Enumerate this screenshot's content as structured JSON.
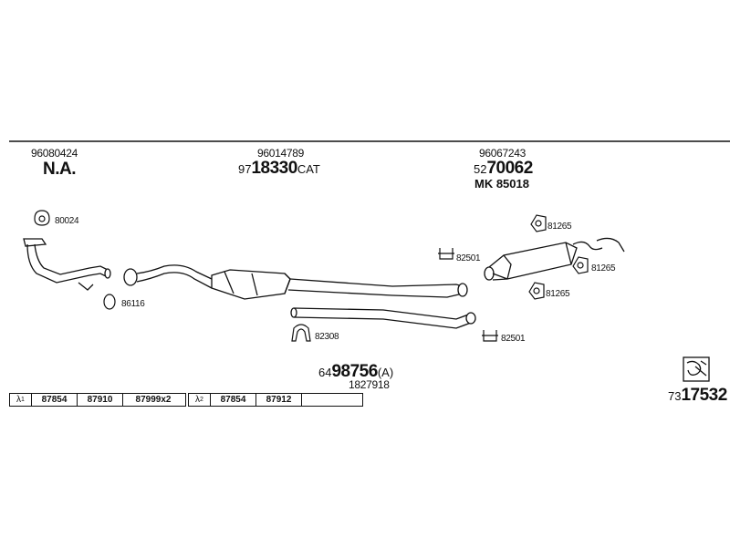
{
  "parts": {
    "front_pipe": {
      "oe": "96080424",
      "code": "N.A."
    },
    "catalyst": {
      "oe": "96014789",
      "prefix": "97",
      "num": "18330",
      "suffix": "CAT"
    },
    "rear_silencer": {
      "oe": "96067243",
      "prefix": "52",
      "num": "70062",
      "mk": "MK 85018"
    }
  },
  "labels": {
    "l80024": "80024",
    "l86116": "86116",
    "l82308": "82308",
    "l82501a": "82501",
    "l82501b": "82501",
    "l81265a": "81265",
    "l81265b": "81265",
    "l81265c": "81265"
  },
  "kit": {
    "prefix": "64",
    "num": "98756",
    "suffix": "(A)",
    "sub": "1827918"
  },
  "sensor_tables": [
    {
      "symbol": "λ",
      "index": "1",
      "cells": [
        "87854",
        "87910",
        "87999x2"
      ]
    },
    {
      "symbol": "λ",
      "index": "2",
      "cells": [
        "87854",
        "87912",
        ""
      ]
    }
  ],
  "footer_code": {
    "prefix": "73",
    "num": "17532"
  }
}
